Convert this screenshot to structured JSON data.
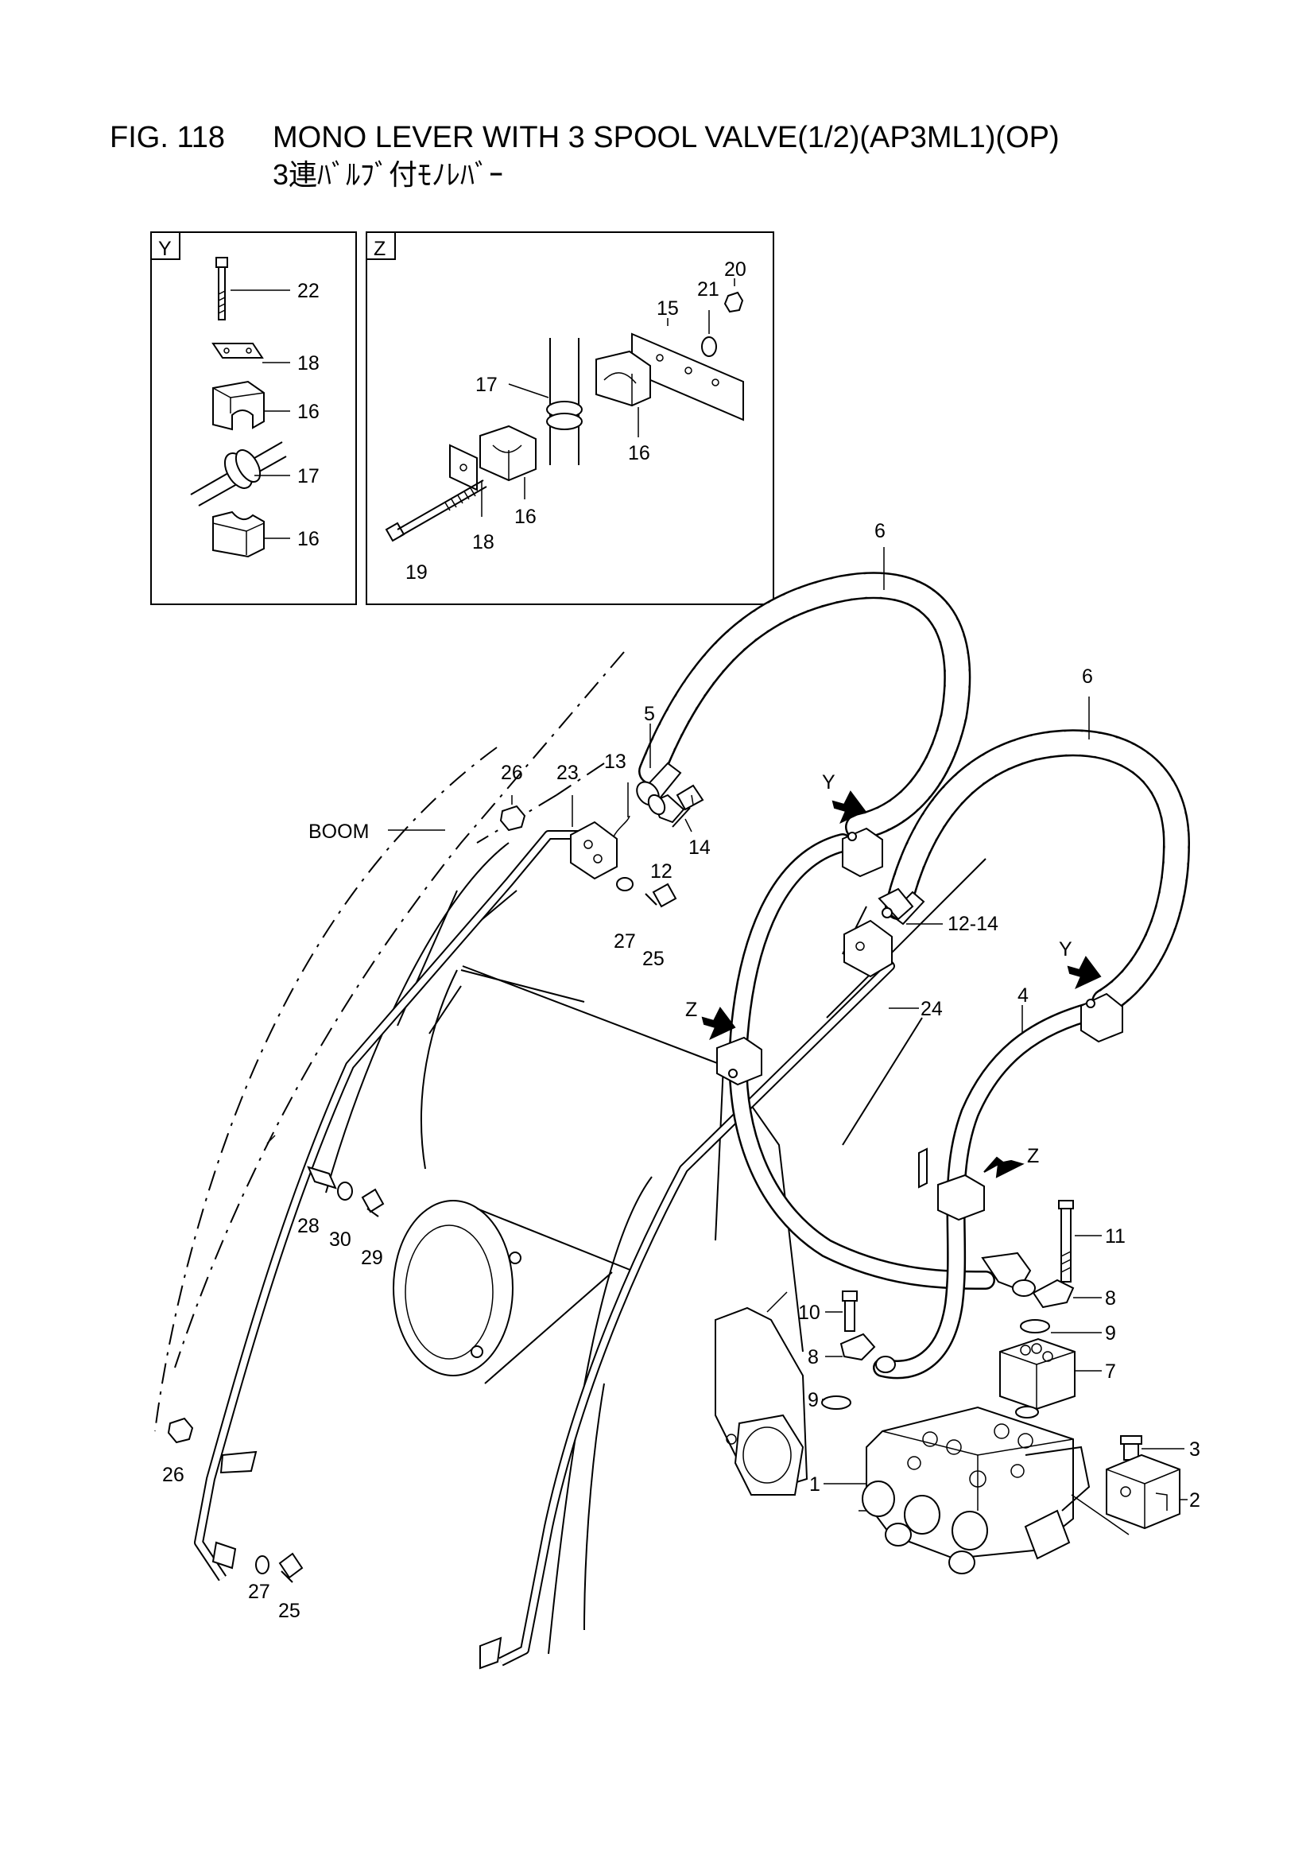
{
  "figure": {
    "number": "FIG. 118",
    "title": "MONO LEVER WITH 3 SPOOL VALVE(1/2)(AP3ML1)(OP)",
    "subtitle": "3連ﾊﾞﾙﾌﾞ付ﾓﾉﾚﾊﾞｰ"
  },
  "insets": [
    {
      "id": "Y",
      "label": "Y"
    },
    {
      "id": "Z",
      "label": "Z"
    }
  ],
  "callouts": {
    "y22": "22",
    "y18": "18",
    "y16a": "16",
    "y17": "17",
    "y16b": "16",
    "z20": "20",
    "z21": "21",
    "z15": "15",
    "z17": "17",
    "z16a": "16",
    "z16b": "16",
    "z18": "18",
    "z19": "19",
    "m6a": "6",
    "m6b": "6",
    "m5": "5",
    "m13": "13",
    "m14": "14",
    "m12": "12",
    "m23": "23",
    "m26a": "26",
    "m27a": "27",
    "m25a": "25",
    "m12_14": "12-14",
    "m24": "24",
    "m4": "4",
    "m28": "28",
    "m30": "30",
    "m29": "29",
    "m11": "11",
    "m10": "10",
    "m8a": "8",
    "m8b": "8",
    "m9a": "9",
    "m9b": "9",
    "m7": "7",
    "m3": "3",
    "m2": "2",
    "m1": "1",
    "m26b": "26",
    "m27b": "27",
    "m25b": "25"
  },
  "view_markers": {
    "y1": "Y",
    "y2": "Y",
    "z1": "Z",
    "z2": "Z"
  },
  "boom_label": "BOOM"
}
